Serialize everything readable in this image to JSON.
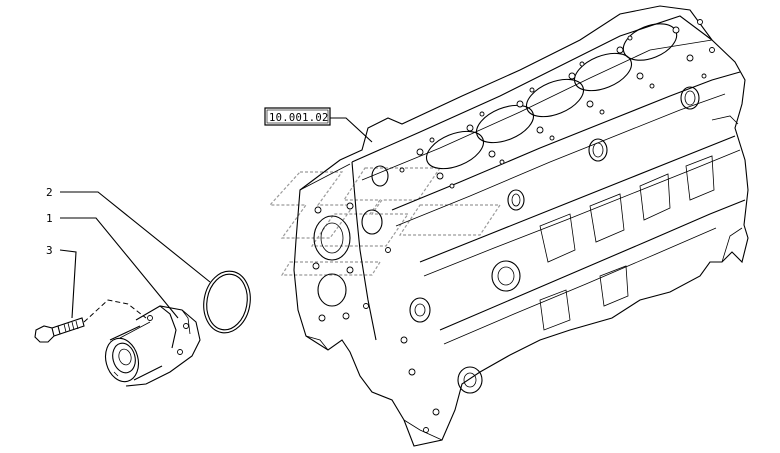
{
  "callouts": {
    "ref_box": "10.001.02",
    "label_1": "1",
    "label_2": "2",
    "label_3": "3"
  }
}
